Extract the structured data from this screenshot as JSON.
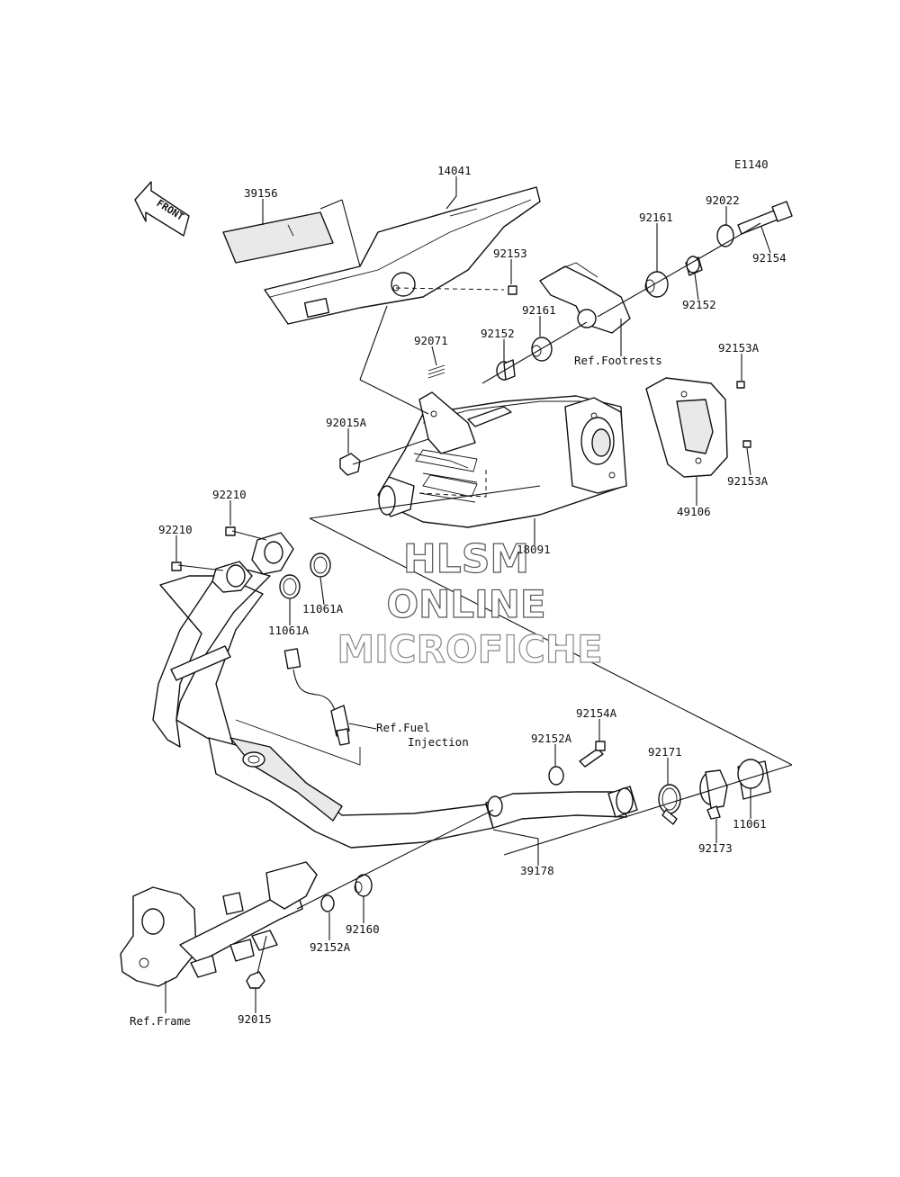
{
  "diagram": {
    "code": "E1140",
    "front_label": "FRONT",
    "watermark": [
      "HLSM",
      "ONLINE",
      "MICROFICHE"
    ],
    "labels": {
      "p14041": "14041",
      "p39156": "39156",
      "p92022": "92022",
      "p92154": "92154",
      "p92161a": "92161",
      "p92152a": "92152",
      "p92153": "92153",
      "p92161b": "92161",
      "p92152b": "92152",
      "p92071": "92071",
      "p92015A": "92015A",
      "p92153A1": "92153A",
      "p92153A2": "92153A",
      "p49106": "49106",
      "p18091": "18091",
      "p92210a": "92210",
      "p92210b": "92210",
      "p11061A1": "11061A",
      "p11061A2": "11061A",
      "p92154A": "92154A",
      "p92152A1": "92152A",
      "p92171": "92171",
      "p92173": "92173",
      "p11061": "11061",
      "p39178": "39178",
      "p92160": "92160",
      "p92152A2": "92152A",
      "p92015": "92015"
    },
    "refs": {
      "footrests": "Ref.Footrests",
      "fuel1": "Ref.Fuel",
      "fuel2": "Injection",
      "frame": "Ref.Frame"
    }
  }
}
